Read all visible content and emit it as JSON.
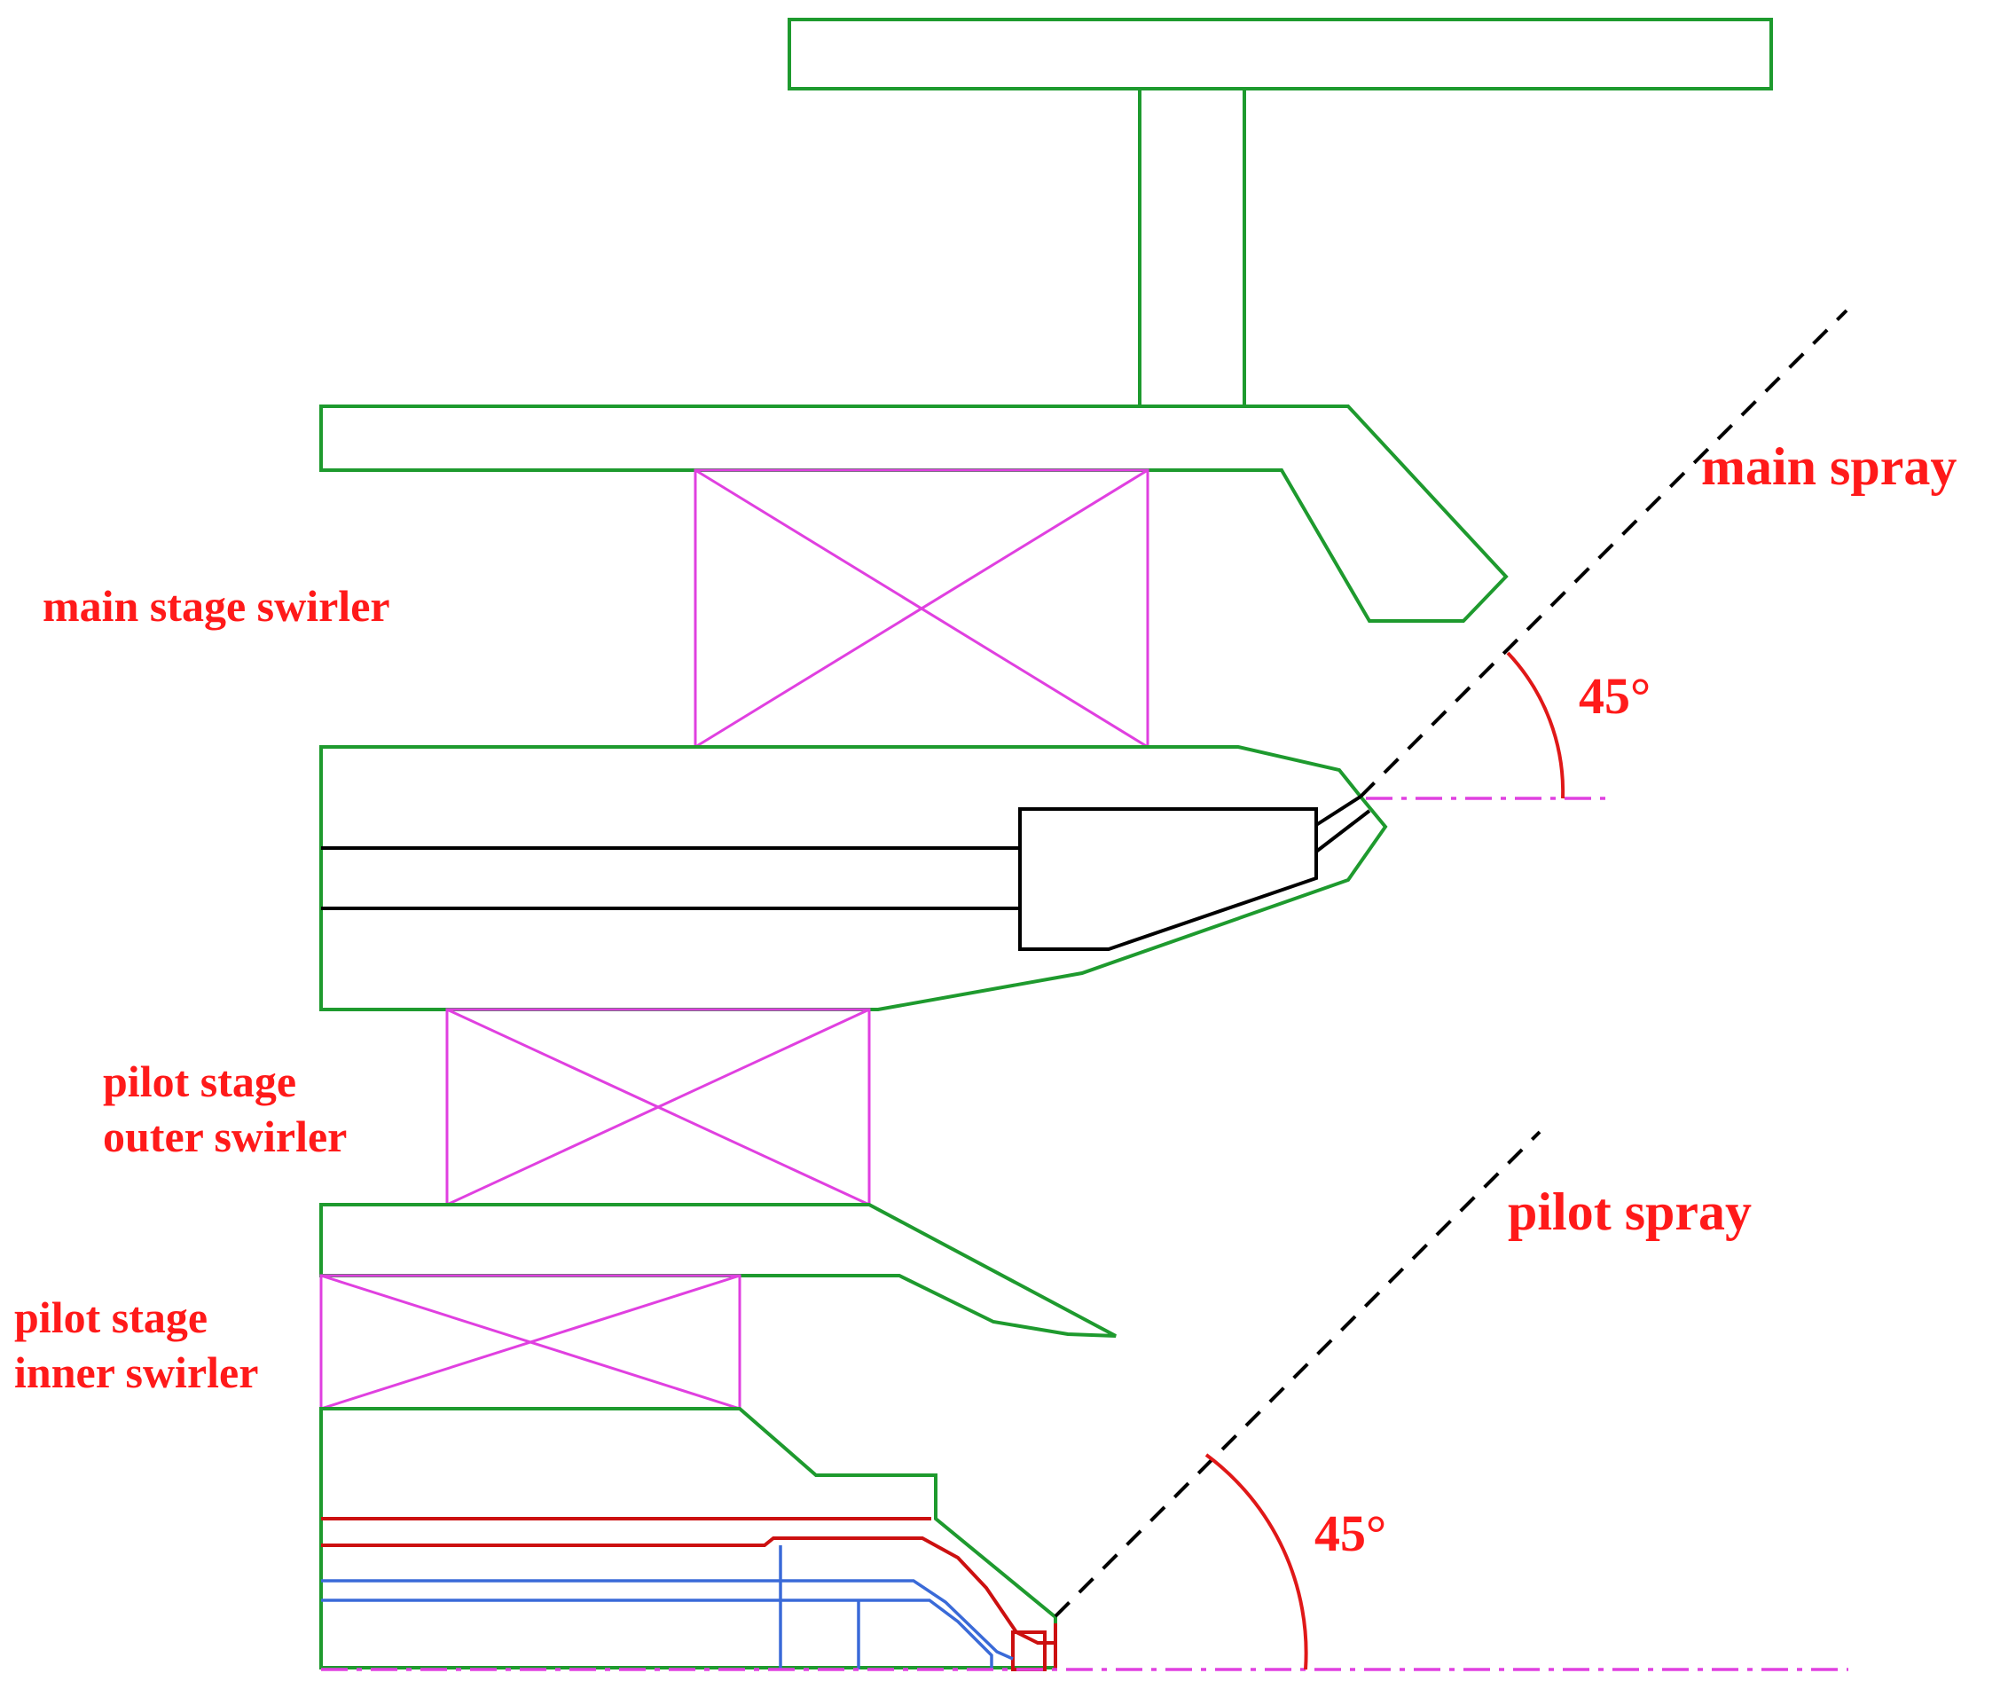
{
  "labels": {
    "main_stage_swirler": "main stage swirler",
    "pilot_outer_line1": "pilot stage",
    "pilot_outer_line2": "outer swirler",
    "pilot_inner_line1": "pilot stage",
    "pilot_inner_line2": "inner swirler",
    "main_spray": "main spray",
    "pilot_spray": "pilot spray",
    "main_angle": "45°",
    "pilot_angle": "45°"
  },
  "colors": {
    "label": "#ff1a1a",
    "walls": "#1e9a2e",
    "swirlers": "#e040e0",
    "nozzle": "#000000",
    "pilot_fuel_outer": "#cc1010",
    "pilot_fuel_inner": "#3a6ad8"
  }
}
